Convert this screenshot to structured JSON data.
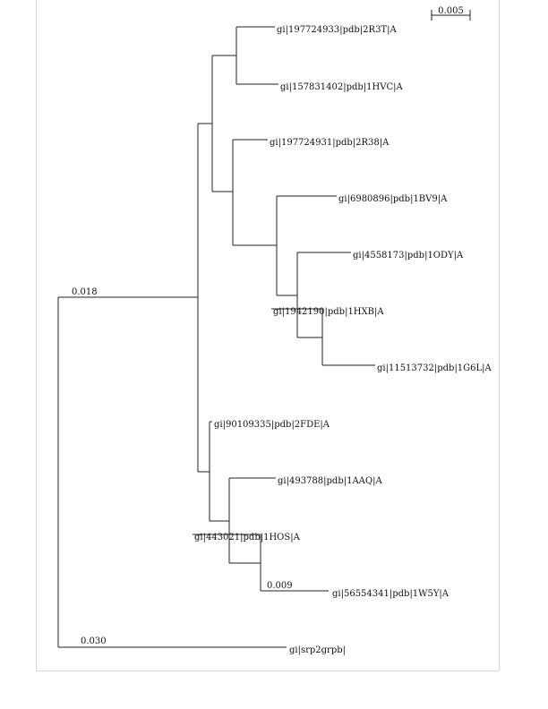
{
  "scale_bar": {
    "label": "0.005"
  },
  "leaves": [
    {
      "id": "L1",
      "label": "gi|197724933|pdb|2R3T|A"
    },
    {
      "id": "L2",
      "label": "gi|157831402|pdb|1HVC|A"
    },
    {
      "id": "L3",
      "label": "gi|197724931|pdb|2R38|A"
    },
    {
      "id": "L4",
      "label": "gi|6980896|pdb|1BV9|A"
    },
    {
      "id": "L5",
      "label": "gi|4558173|pdb|1ODY|A"
    },
    {
      "id": "L6",
      "label": "gi|1942190|pdb|1HXB|A"
    },
    {
      "id": "L7",
      "label": "gi|11513732|pdb|1G6L|A"
    },
    {
      "id": "L8",
      "label": "gi|90109335|pdb|2FDE|A"
    },
    {
      "id": "L9",
      "label": "gi|493788|pdb|1AAQ|A"
    },
    {
      "id": "L10",
      "label": "gi|443021|pdb|1HOS|A"
    },
    {
      "id": "L11",
      "label": "gi|56554341|pdb|1W5Y|A"
    },
    {
      "id": "L12",
      "label": "gi|srp2grpb|"
    }
  ],
  "branch_lengths": {
    "ingroup": "0.018",
    "L11": "0.009",
    "L12": "0.030"
  }
}
